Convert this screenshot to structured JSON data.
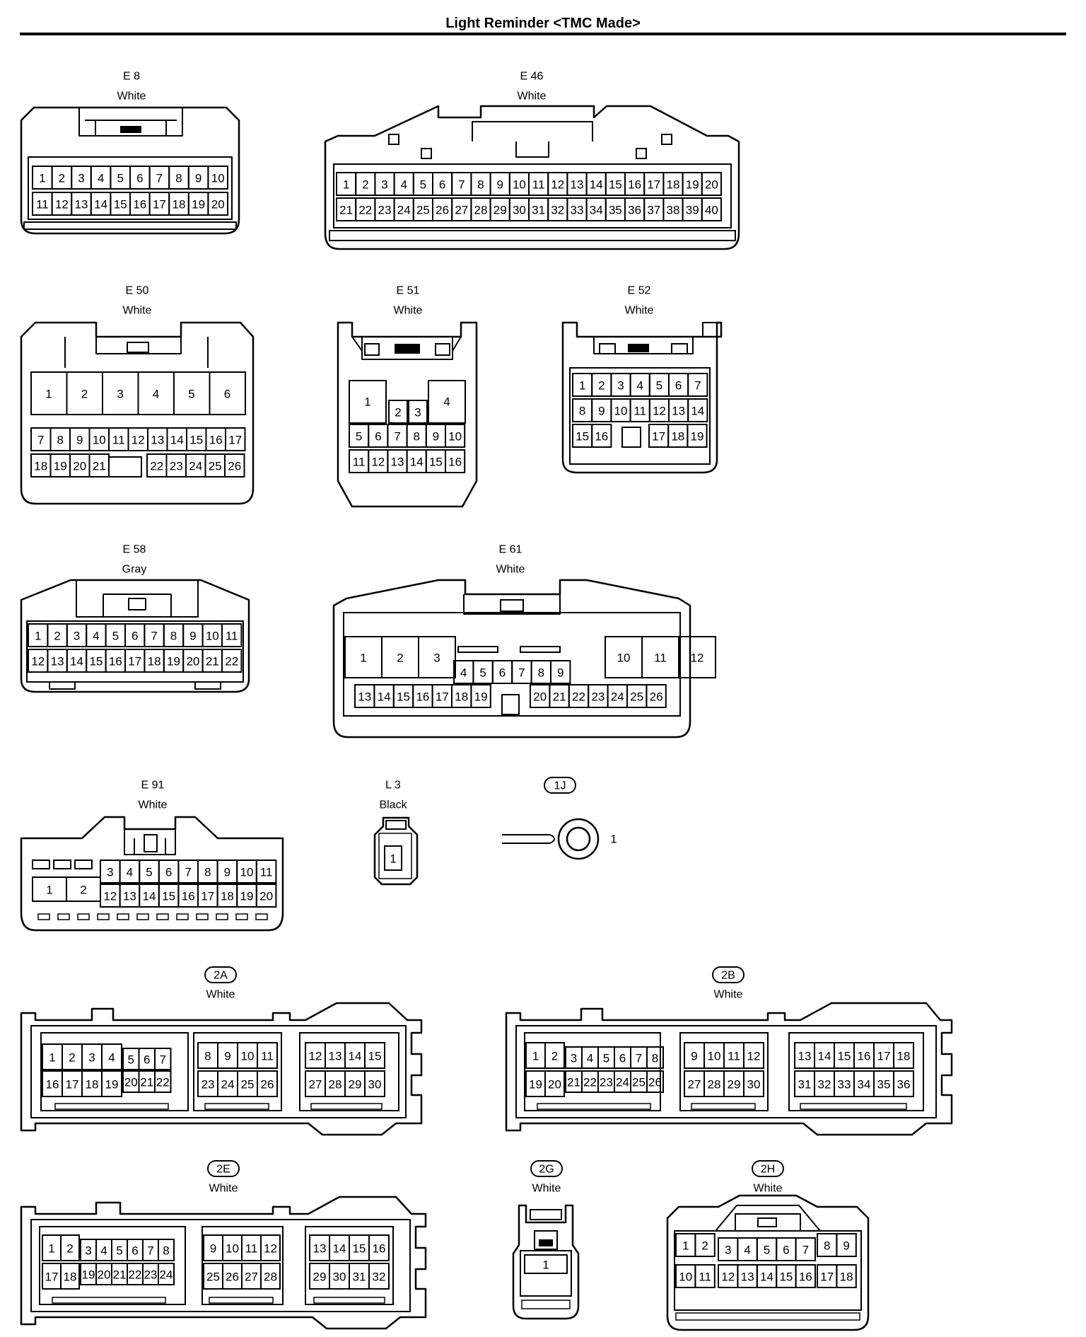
{
  "title": "Light Reminder <TMC Made>",
  "connectors": {
    "e8": {
      "id": "E 8",
      "color": "White",
      "rows": [
        [
          "1",
          "2",
          "3",
          "4",
          "5",
          "6",
          "7",
          "8",
          "9",
          "10"
        ],
        [
          "11",
          "12",
          "13",
          "14",
          "15",
          "16",
          "17",
          "18",
          "19",
          "20"
        ]
      ]
    },
    "e46": {
      "id": "E 46",
      "color": "White",
      "rows": [
        [
          "1",
          "2",
          "3",
          "4",
          "5",
          "6",
          "7",
          "8",
          "9",
          "10",
          "11",
          "12",
          "13",
          "14",
          "15",
          "16",
          "17",
          "18",
          "19",
          "20"
        ],
        [
          "21",
          "22",
          "23",
          "24",
          "25",
          "26",
          "27",
          "28",
          "29",
          "30",
          "31",
          "32",
          "33",
          "34",
          "35",
          "36",
          "37",
          "38",
          "39",
          "40"
        ]
      ]
    },
    "e50": {
      "id": "E 50",
      "color": "White",
      "big": [
        "1",
        "2",
        "3",
        "4",
        "5",
        "6"
      ],
      "rows": [
        [
          "7",
          "8",
          "9",
          "10",
          "11",
          "12",
          "13",
          "14",
          "15",
          "16",
          "17"
        ],
        [
          "18",
          "19",
          "20",
          "21",
          "22",
          "23",
          "24",
          "25",
          "26"
        ]
      ]
    },
    "e51": {
      "id": "E 51",
      "color": "White",
      "pins": [
        "1",
        "2",
        "3",
        "4",
        "5",
        "6",
        "7",
        "8",
        "9",
        "10",
        "11",
        "12",
        "13",
        "14",
        "15",
        "16"
      ]
    },
    "e52": {
      "id": "E 52",
      "color": "White",
      "rows": [
        [
          "1",
          "2",
          "3",
          "4",
          "5",
          "6",
          "7"
        ],
        [
          "8",
          "9",
          "10",
          "11",
          "12",
          "13",
          "14"
        ],
        [
          "15",
          "16",
          "17",
          "18",
          "19"
        ]
      ]
    },
    "e58": {
      "id": "E 58",
      "color": "Gray",
      "rows": [
        [
          "1",
          "2",
          "3",
          "4",
          "5",
          "6",
          "7",
          "8",
          "9",
          "10",
          "11"
        ],
        [
          "12",
          "13",
          "14",
          "15",
          "16",
          "17",
          "18",
          "19",
          "20",
          "21",
          "22"
        ]
      ]
    },
    "e61": {
      "id": "E 61",
      "color": "White",
      "pins": [
        "1",
        "2",
        "3",
        "4",
        "5",
        "6",
        "7",
        "8",
        "9",
        "10",
        "11",
        "12",
        "13",
        "14",
        "15",
        "16",
        "17",
        "18",
        "19",
        "20",
        "21",
        "22",
        "23",
        "24",
        "25",
        "26"
      ]
    },
    "e91": {
      "id": "E 91",
      "color": "White",
      "pins": [
        "1",
        "2",
        "3",
        "4",
        "5",
        "6",
        "7",
        "8",
        "9",
        "10",
        "11",
        "12",
        "13",
        "14",
        "15",
        "16",
        "17",
        "18",
        "19",
        "20"
      ]
    },
    "l3": {
      "id": "L 3",
      "color": "Black",
      "pins": [
        "1"
      ]
    },
    "j1": {
      "id": "1J",
      "pins": [
        "1"
      ]
    },
    "a2": {
      "id": "2A",
      "color": "White",
      "pins": [
        "1",
        "2",
        "3",
        "4",
        "5",
        "6",
        "7",
        "8",
        "9",
        "10",
        "11",
        "12",
        "13",
        "14",
        "15",
        "16",
        "17",
        "18",
        "19",
        "20",
        "21",
        "22",
        "23",
        "24",
        "25",
        "26",
        "27",
        "28",
        "29",
        "30"
      ]
    },
    "b2": {
      "id": "2B",
      "color": "White",
      "pins": [
        "1",
        "2",
        "3",
        "4",
        "5",
        "6",
        "7",
        "8",
        "9",
        "10",
        "11",
        "12",
        "13",
        "14",
        "15",
        "16",
        "17",
        "18",
        "19",
        "20",
        "21",
        "22",
        "23",
        "24",
        "25",
        "26",
        "27",
        "28",
        "29",
        "30",
        "31",
        "32",
        "33",
        "34",
        "35",
        "36"
      ]
    },
    "e2": {
      "id": "2E",
      "color": "White",
      "pins": [
        "1",
        "2",
        "3",
        "4",
        "5",
        "6",
        "7",
        "8",
        "9",
        "10",
        "11",
        "12",
        "13",
        "14",
        "15",
        "16",
        "17",
        "18",
        "19",
        "20",
        "21",
        "22",
        "23",
        "24",
        "25",
        "26",
        "27",
        "28",
        "29",
        "30",
        "31",
        "32"
      ]
    },
    "g2": {
      "id": "2G",
      "color": "White",
      "pins": [
        "1"
      ]
    },
    "h2": {
      "id": "2H",
      "color": "White",
      "rows": [
        [
          "1",
          "2",
          "3",
          "4",
          "5",
          "6",
          "7",
          "8",
          "9"
        ],
        [
          "10",
          "11",
          "12",
          "13",
          "14",
          "15",
          "16",
          "17",
          "18"
        ]
      ]
    }
  }
}
